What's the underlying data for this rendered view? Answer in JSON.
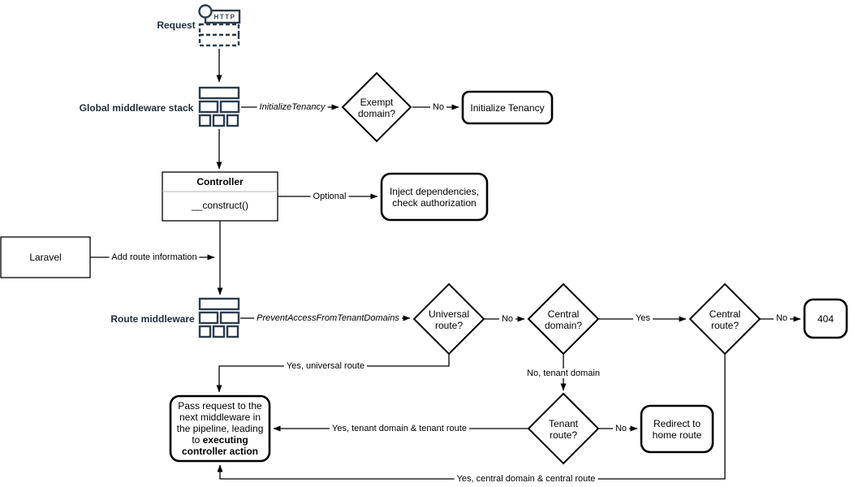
{
  "diagram": {
    "background": "#ffffff",
    "accent_navy": "#1f2d3d",
    "icon_navy": "#2d3c4e",
    "shape_stroke": "#000000",
    "shape_fill": "#ffffff"
  },
  "labels": {
    "request": "Request",
    "global_middleware": "Global middleware stack",
    "route_middleware": "Route middleware",
    "http": "HTTP"
  },
  "nodes": {
    "exempt_domain": "Exempt domain?",
    "initialize_tenancy": "Initialize Tenancy",
    "controller_title": "Controller",
    "controller_method": "__construct()",
    "inject_dependencies": "Inject dependencies, check authorization",
    "laravel": "Laravel",
    "universal_route": "Universal route?",
    "central_domain": "Central domain?",
    "central_route": "Central route?",
    "not_found": "404",
    "tenant_route": "Tenant route?",
    "redirect_home": "Redirect to home route",
    "pass_request": {
      "before": "Pass request to the next middleware in the pipeline, leading to ",
      "bold": "executing controller action"
    }
  },
  "edges": {
    "initialize_tenancy_middleware": "InitializeTenancy",
    "exempt_no": "No",
    "optional": "Optional",
    "add_route_information": "Add route information",
    "prevent_access_middleware": "PreventAccessFromTenantDomains",
    "universal_no": "No",
    "central_domain_yes": "Yes",
    "central_route_no": "No",
    "universal_yes": "Yes, universal route",
    "central_domain_no": "No, tenant domain",
    "tenant_yes": "Yes, tenant domain & tenant route",
    "tenant_no": "No",
    "central_route_yes": "Yes, central domain & central route"
  }
}
